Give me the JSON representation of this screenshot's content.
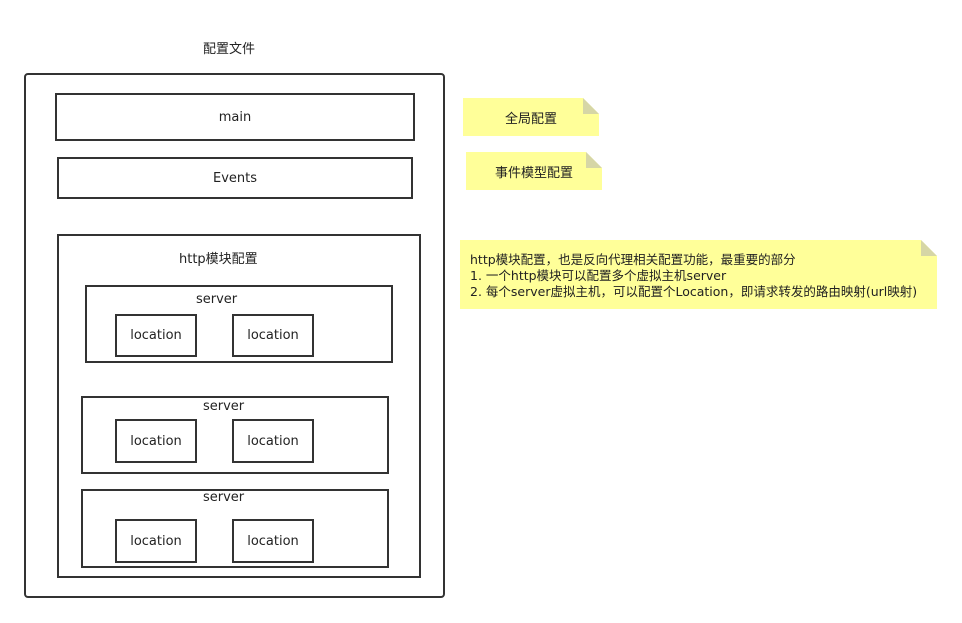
{
  "diagram": {
    "title": "配置文件",
    "main_block": "main",
    "events_block": "Events",
    "http_block": {
      "title": "http模块配置",
      "servers": [
        {
          "label": "server",
          "locations": [
            "location",
            "location"
          ]
        },
        {
          "label": "server",
          "locations": [
            "location",
            "location"
          ]
        },
        {
          "label": "server",
          "locations": [
            "location",
            "location"
          ]
        }
      ]
    }
  },
  "notes": {
    "global": "全局配置",
    "event_model": "事件模型配置",
    "http_note": {
      "line1": "http模块配置，也是反向代理相关配置功能，最重要的部分",
      "line2": "1.  一个http模块可以配置多个虚拟主机server",
      "line3": "2. 每个server虚拟主机，可以配置个Location，即请求转发的路由映射(url映射)"
    }
  },
  "colors": {
    "note_fill": "#ffff99",
    "border": "#333333"
  }
}
